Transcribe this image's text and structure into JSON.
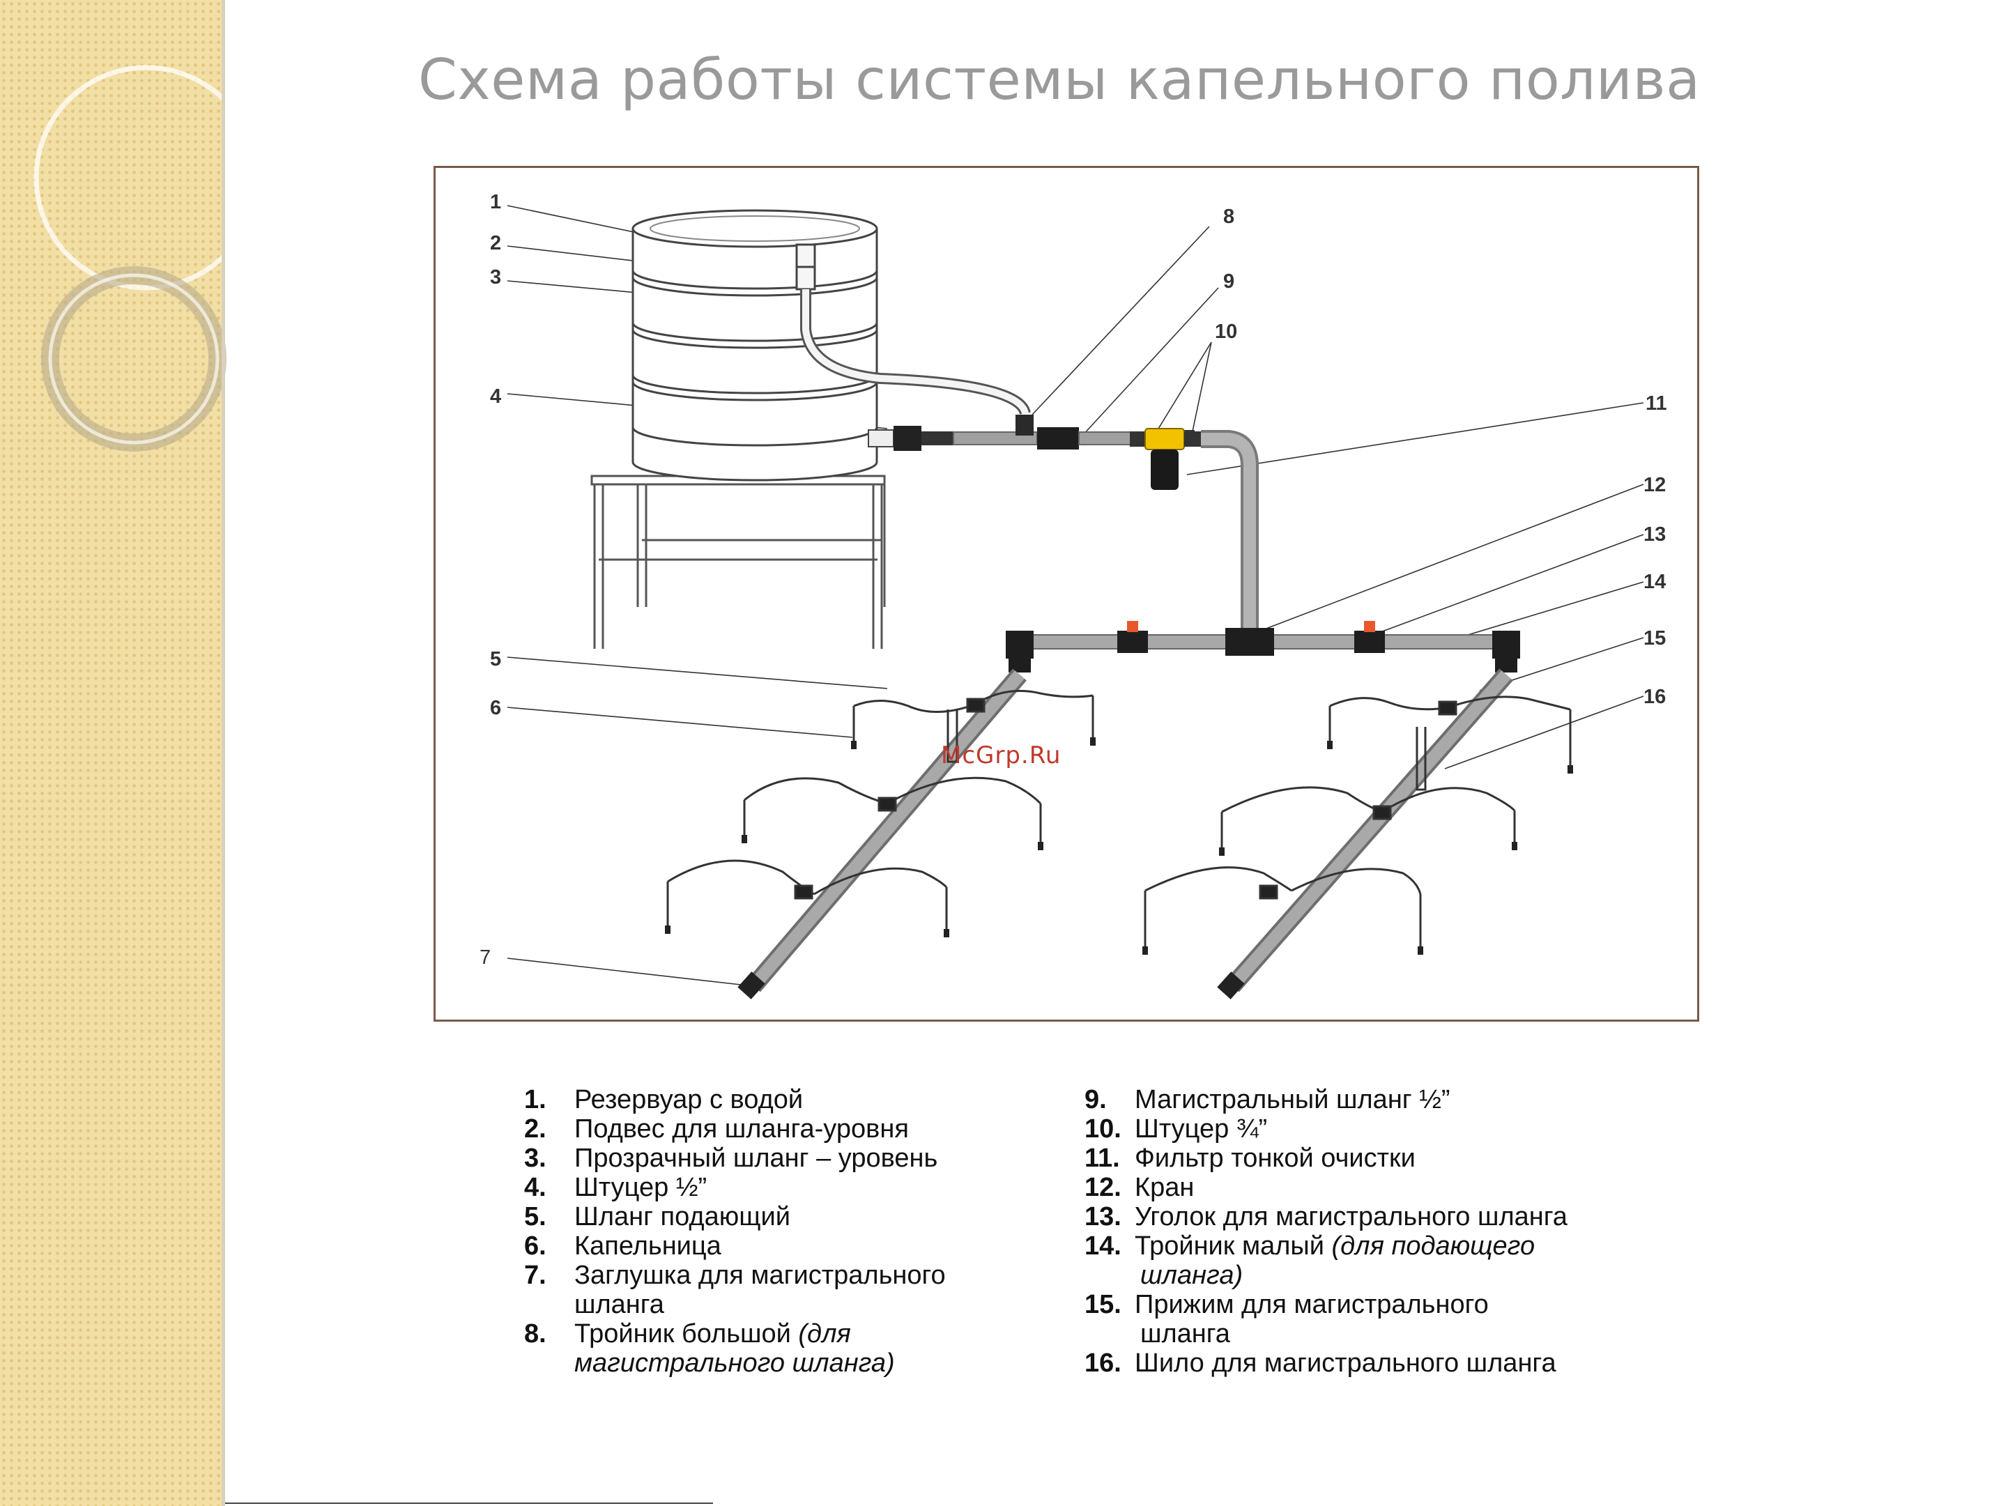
{
  "title": "Схема работы системы капельного полива",
  "watermark": "McGrp.Ru",
  "callouts": [
    "1",
    "2",
    "3",
    "4",
    "5",
    "6",
    "7",
    "8",
    "9",
    "10",
    "11",
    "12",
    "13",
    "14",
    "15",
    "16"
  ],
  "legend": {
    "left": [
      {
        "num": "1.",
        "text": "Резервуар с водой"
      },
      {
        "num": "2.",
        "text": "Подвес для шланга-уровня"
      },
      {
        "num": "3.",
        "text": "Прозрачный шланг – уровень"
      },
      {
        "num": "4.",
        "text": "Штуцер ½”"
      },
      {
        "num": "5.",
        "text": "Шланг подающий"
      },
      {
        "num": "6.",
        "text": "Капельница"
      },
      {
        "num": "7.",
        "text": "Заглушка для магистрального",
        "cont": "шланга"
      },
      {
        "num": "8.",
        "text": "Тройник большой ",
        "note": "(для",
        "cont_note": "магистрального шланга)"
      }
    ],
    "right": [
      {
        "num": "9.",
        "text": "Магистральный шланг ½”"
      },
      {
        "num": "10.",
        "text": "Штуцер ¾”"
      },
      {
        "num": "11.",
        "text": "Фильтр тонкой очистки"
      },
      {
        "num": "12.",
        "text": "Кран"
      },
      {
        "num": "13.",
        "text": "Уголок для магистрального шланга"
      },
      {
        "num": "14.",
        "text": "Тройник малый ",
        "note": "(для подающего",
        "cont_note": "шланга)"
      },
      {
        "num": "15.",
        "text": "Прижим для магистрального",
        "cont": "шланга"
      },
      {
        "num": "16.",
        "text": "Шило для магистрального шланга"
      }
    ]
  }
}
